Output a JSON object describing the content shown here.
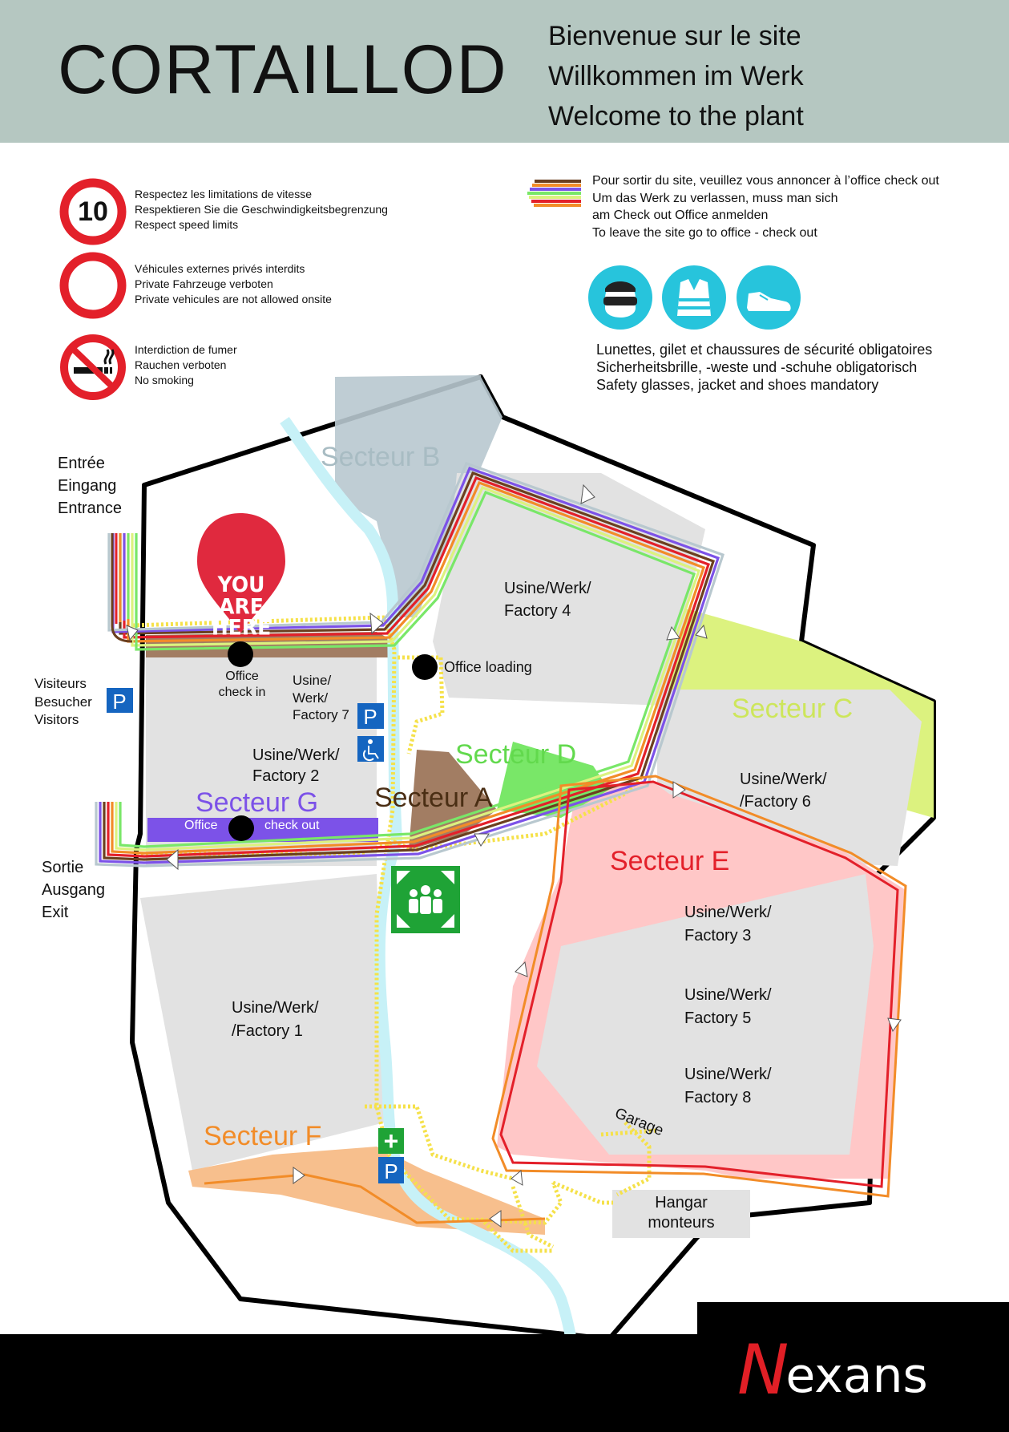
{
  "header": {
    "title": "CORTAILLOD",
    "welcome": [
      "Bienvenue sur le site",
      "Willkommen im Werk",
      "Welcome to the plant"
    ]
  },
  "rules": [
    {
      "icon": "speed-limit-10-icon",
      "sign_text": "10",
      "lines": [
        "Respectez les limitations de vitesse",
        "Respektieren Sie die Geschwindigkeitsbegrenzung",
        "Respect speed limits"
      ]
    },
    {
      "icon": "no-vehicles-icon",
      "sign_text": "",
      "lines": [
        "Véhicules externes privés interdits",
        "Private Fahrzeuge verboten",
        "Private vehicules are not allowed onsite"
      ]
    },
    {
      "icon": "no-smoking-icon",
      "sign_text": "",
      "lines": [
        "Interdiction de fumer",
        "Rauchen verboten",
        "No smoking"
      ]
    }
  ],
  "checkout_notice": [
    "Pour sortir du site, veuillez vous annoncer à l’office check out",
    "Um das Werk zu verlassen, muss man sich",
    "am Check out Office anmelden",
    "To leave the site go to office - check out"
  ],
  "ppe": {
    "icons": [
      "safety-glasses-icon",
      "safety-vest-icon",
      "safety-shoe-icon"
    ],
    "lines": [
      "Lunettes, gilet et chaussures de sécurité obligatoires",
      "Sicherheitsbrille, -weste und -schuhe obligatorisch",
      "Safety glasses, jacket and shoes mandatory"
    ]
  },
  "map": {
    "entrance": [
      "Entrée",
      "Eingang",
      "Entrance"
    ],
    "exit": [
      "Sortie",
      "Ausgang",
      "Exit"
    ],
    "visitors": [
      "Visiteurs",
      "Besucher",
      "Visitors"
    ],
    "you_are_here": [
      "YOU",
      "ARE",
      "HERE"
    ],
    "office_check_in": [
      "Office",
      "check in"
    ],
    "office_loading": "Office loading",
    "office_check_out": [
      "Office",
      "check out"
    ],
    "sectors": {
      "a": "Secteur A",
      "b": "Secteur B",
      "c": "Secteur C",
      "d": "Secteur D",
      "e": "Secteur E",
      "f": "Secteur F",
      "g": "Secteur G"
    },
    "factories": {
      "f7": [
        "Usine/",
        "Werk/",
        "Factory 7"
      ],
      "f2": [
        "Usine/Werk/",
        "Factory 2"
      ],
      "f4": [
        "Usine/Werk/",
        "Factory 4"
      ],
      "f6": [
        "Usine/Werk/",
        "/Factory 6"
      ],
      "f3": [
        "Usine/Werk/",
        "Factory 3"
      ],
      "f5": [
        "Usine/Werk/",
        "Factory 5"
      ],
      "f8": [
        "Usine/Werk/",
        "Factory 8"
      ],
      "f1": [
        "Usine/Werk/",
        "/Factory 1"
      ]
    },
    "garage": "Garage",
    "hangar": [
      "Hangar",
      "monteurs"
    ],
    "parking_letter": "P",
    "first_aid_symbol": "+"
  },
  "footer": {
    "brand": "Nexans",
    "brand_initial": "N",
    "brand_rest": "exans"
  },
  "colors": {
    "header_bg": "#b5c7c1",
    "sign_red": "#e3202a",
    "ppe_cyan": "#27c4dc",
    "sector_a": "#a27d63",
    "sector_b": "#b8c8cf",
    "sector_c": "#dcf27f",
    "sector_d": "#79e768",
    "sector_e": "#ffc7c7",
    "sector_f": "#f7bf8d",
    "sector_g": "#7c52e8",
    "building": "#e2e2e2",
    "parking_blue": "#1565c0",
    "assembly_green": "#1fa336",
    "nexans_red": "#e11f26",
    "river": "#c7f1f7",
    "path_yellow": "#f5e14a"
  }
}
